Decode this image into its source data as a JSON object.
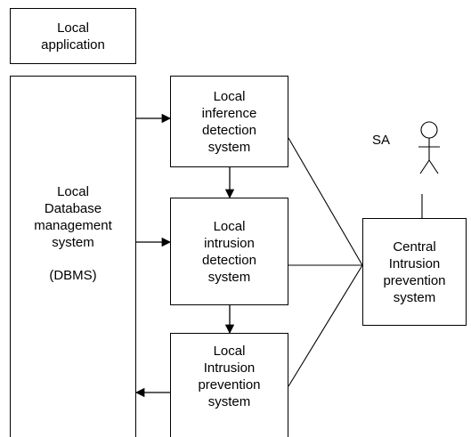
{
  "nodes": {
    "local_app": {
      "lines": [
        "Local",
        "application"
      ]
    },
    "dbms": {
      "lines": [
        "Local",
        "Database",
        "management",
        "system"
      ],
      "abbr": "(DBMS)"
    },
    "lids_inference": {
      "lines": [
        "Local",
        "inference",
        "detection",
        "system"
      ]
    },
    "lids_intrusion": {
      "lines": [
        "Local",
        "intrusion",
        "detection",
        "system"
      ]
    },
    "lips": {
      "lines": [
        "Local",
        "Intrusion",
        "prevention",
        "system"
      ]
    },
    "central": {
      "lines": [
        "Central",
        "Intrusion",
        "prevention",
        "system"
      ]
    }
  },
  "actor": {
    "label": "SA",
    "icon": "stick-figure-icon"
  }
}
